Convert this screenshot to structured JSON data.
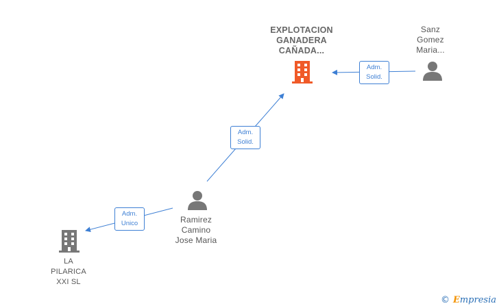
{
  "nodes": {
    "company_main": {
      "label_lines": [
        "EXPLOTACION",
        "GANADERA",
        "CAÑADA..."
      ],
      "color": "#f05a28"
    },
    "company_pilarica": {
      "label_lines": [
        "LA",
        "PILARICA",
        "XXI SL"
      ],
      "color": "#777777"
    },
    "person_sanz": {
      "label_lines": [
        "Sanz",
        "Gomez",
        "Maria..."
      ],
      "color": "#777777"
    },
    "person_ramirez": {
      "label_lines": [
        "Ramirez",
        "Camino",
        "Jose Maria"
      ],
      "color": "#777777"
    }
  },
  "edges": {
    "sanz_to_main": {
      "lines": [
        "Adm.",
        "Solid."
      ]
    },
    "ramirez_to_main": {
      "lines": [
        "Adm.",
        "Solid."
      ]
    },
    "ramirez_to_pilarica": {
      "lines": [
        "Adm.",
        "Unico"
      ]
    }
  },
  "colors": {
    "edge": "#3d7fd4"
  },
  "footer": {
    "copyright": "©",
    "brand_initial": "E",
    "brand_rest": "mpresia"
  }
}
